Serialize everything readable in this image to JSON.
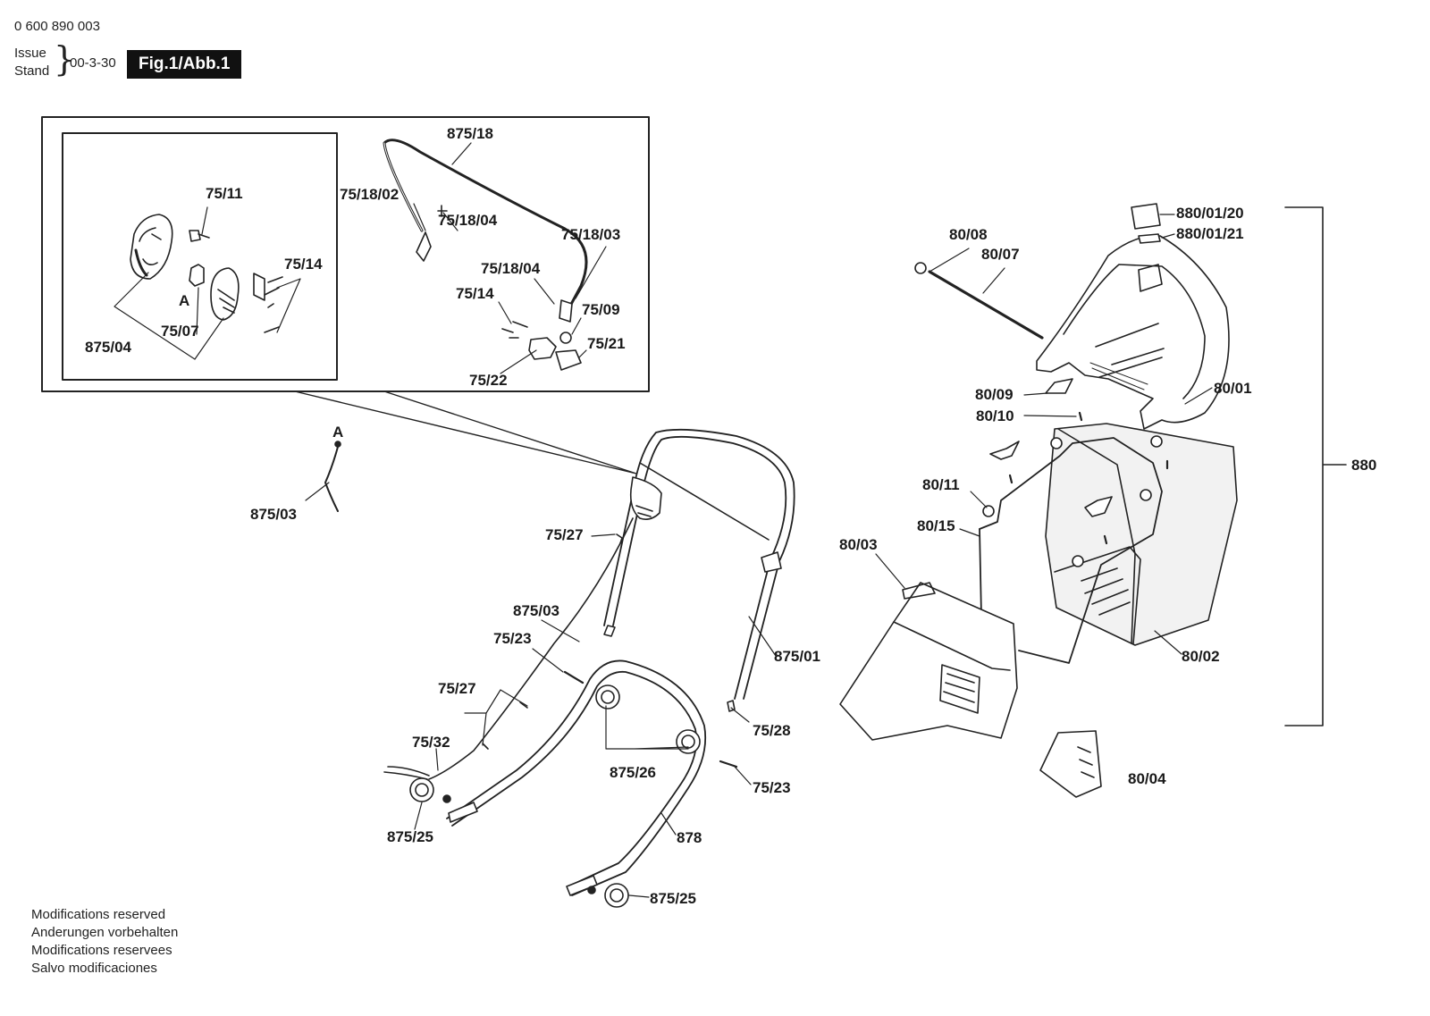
{
  "header": {
    "part_number": "0 600 890 003",
    "issue_label": "Issue",
    "stand_label": "Stand",
    "date": "00-3-30",
    "figure_title": "Fig.1/Abb.1"
  },
  "labels": {
    "l_875_18": "875/18",
    "l_75_11": "75/11",
    "l_75_18_02": "75/18/02",
    "l_75_18_04a": "75/18/04",
    "l_75_18_03": "75/18/03",
    "l_75_14a": "75/14",
    "l_75_18_04b": "75/18/04",
    "l_75_14b": "75/14",
    "l_75_09": "75/09",
    "l_A1": "A",
    "l_75_07": "75/07",
    "l_875_04": "875/04",
    "l_75_21": "75/21",
    "l_75_22": "75/22",
    "l_A2": "A",
    "l_875_03a": "875/03",
    "l_75_27a": "75/27",
    "l_875_03b": "875/03",
    "l_75_23a": "75/23",
    "l_875_01": "875/01",
    "l_75_27b": "75/27",
    "l_75_28": "75/28",
    "l_75_32": "75/32",
    "l_875_26": "875/26",
    "l_75_23b": "75/23",
    "l_875_25a": "875/25",
    "l_878": "878",
    "l_875_25b": "875/25",
    "l_80_08": "80/08",
    "l_80_07": "80/07",
    "l_880_01_20": "880/01/20",
    "l_880_01_21": "880/01/21",
    "l_80_09": "80/09",
    "l_80_10": "80/10",
    "l_80_01": "80/01",
    "l_880": "880",
    "l_80_11": "80/11",
    "l_80_15": "80/15",
    "l_80_03": "80/03",
    "l_80_02": "80/02",
    "l_80_04": "80/04"
  },
  "footer": {
    "line1": "Modifications reserved",
    "line2": "Anderungen vorbehalten",
    "line3": "Modifications reservees",
    "line4": "Salvo modificaciones"
  }
}
